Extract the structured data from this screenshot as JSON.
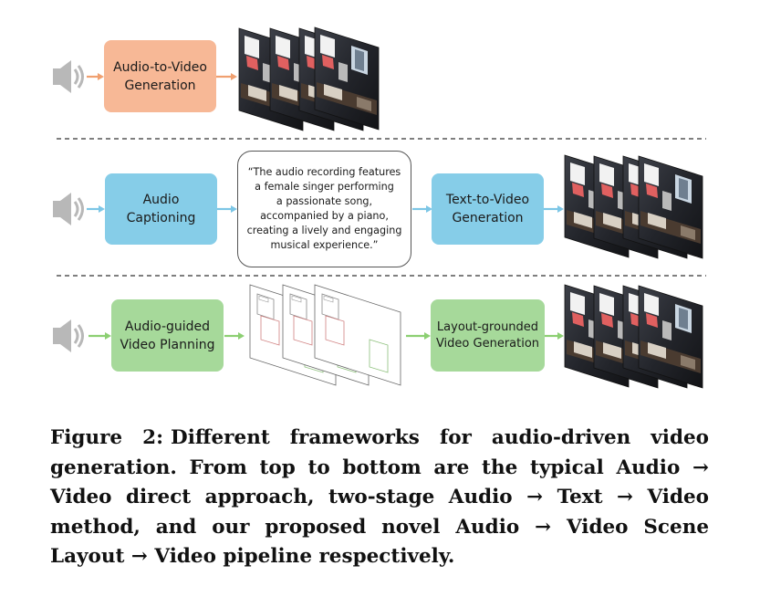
{
  "rows": {
    "row1": {
      "box": "Audio-to-Video\nGeneration"
    },
    "row2": {
      "box1": "Audio\nCaptioning",
      "quote": "“The audio recording features\na female singer performing\na passionate song,\naccompanied by a piano,\ncreating a lively and engaging\nmusical experience.”",
      "box2": "Text-to-Video\nGeneration"
    },
    "row3": {
      "box1": "Audio-guided\nVideo Planning",
      "box2": "Layout-grounded\nVideo Generation"
    }
  },
  "caption": {
    "label": "Figure 2:",
    "text": "Different frameworks for audio-driven video generation. From top to bottom are the typical Audio → Video direct approach, two-stage Audio → Text → Video method, and our proposed novel Audio → Video Scene Layout → Video pipeline respectively."
  },
  "colors": {
    "orange_box": "#f7b896",
    "blue_box": "#86cde8",
    "green_box": "#a6d99a",
    "orange_arrow": "#f0a070",
    "blue_arrow": "#7cc6e6",
    "green_arrow": "#8ccf72",
    "speaker": "#b8b8b8",
    "dashed_line": "#333333"
  },
  "icons": [
    "speaker-icon",
    "video-frame-stack",
    "layout-frame-stack"
  ]
}
